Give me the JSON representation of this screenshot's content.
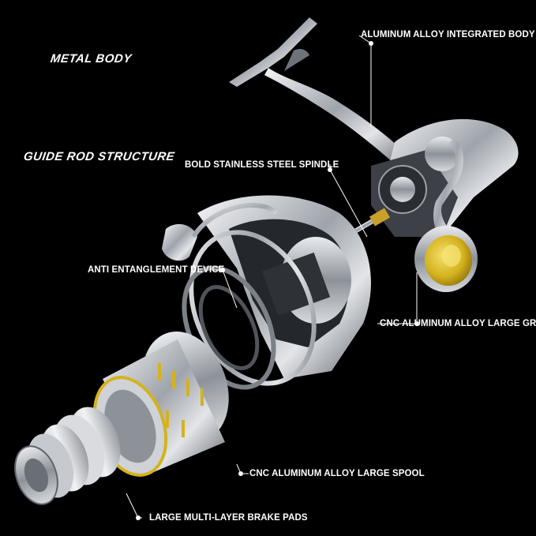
{
  "headings": {
    "metal_body": "METAL BODY",
    "guide_rod_structure": "GUIDE ROD STRUCTURE"
  },
  "callouts": {
    "integrated_body": "ALUMINUM ALLOY INTEGRATED BODY",
    "spindle": "BOLD STAINLESS STEEL SPINDLE",
    "anti_entanglement": "ANTI ENTANGLEMENT DEVICE",
    "large_grip": "CNC ALUMINUM ALLOY LARGE GRIP",
    "large_spool": "CNC ALUMINUM ALLOY LARGE SPOOL",
    "brake_pads": "LARGE MULTI-LAYER BRAKE PADS"
  },
  "colors": {
    "background": "#000000",
    "text": "#ffffff",
    "chrome": "#c9ccd1",
    "gold": "#d4b21e"
  }
}
